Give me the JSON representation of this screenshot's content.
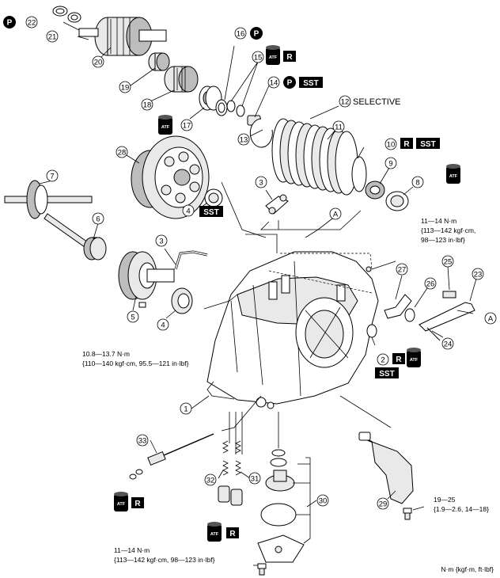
{
  "callouts": {
    "c1": "1",
    "c2": "2",
    "c3a": "3",
    "c3b": "3",
    "c4a": "4",
    "c4b": "4",
    "c5": "5",
    "c6": "6",
    "c7": "7",
    "c8": "8",
    "c9": "9",
    "c10": "10",
    "c11": "11",
    "c12": "12",
    "c13": "13",
    "c14": "14",
    "c15": "15",
    "c16": "16",
    "c17": "17",
    "c18": "18",
    "c19": "19",
    "c20": "20",
    "c21": "21",
    "c22": "22",
    "c23": "23",
    "c24": "24",
    "c25": "25",
    "c26": "26",
    "c27": "27",
    "c28": "28",
    "c29": "29",
    "c30": "30",
    "c31": "31",
    "c32": "32",
    "c33": "33"
  },
  "markers": {
    "ref_a": "A"
  },
  "badges": {
    "p": "P",
    "r": "R",
    "sst": "SST",
    "atf": "ATF"
  },
  "texts": {
    "selective": "SELECTIVE",
    "torque_top_1": "11—14 N·m",
    "torque_top_2": "{113—142 kgf·cm,",
    "torque_top_3": "98—123 in·lbf}",
    "torque_left_1": "10.8—13.7 N·m",
    "torque_left_2": "{110—140 kgf·cm, 95.5—121 in·lbf}",
    "torque_right_1": "19—25",
    "torque_right_2": "{1.9—2.6, 14—18}",
    "torque_bottom_1": "11—14 N·m",
    "torque_bottom_2": "{113—142 kgf·cm, 98—123 in·lbf}",
    "units": "N·m {kgf·m, ft·lbf}"
  }
}
